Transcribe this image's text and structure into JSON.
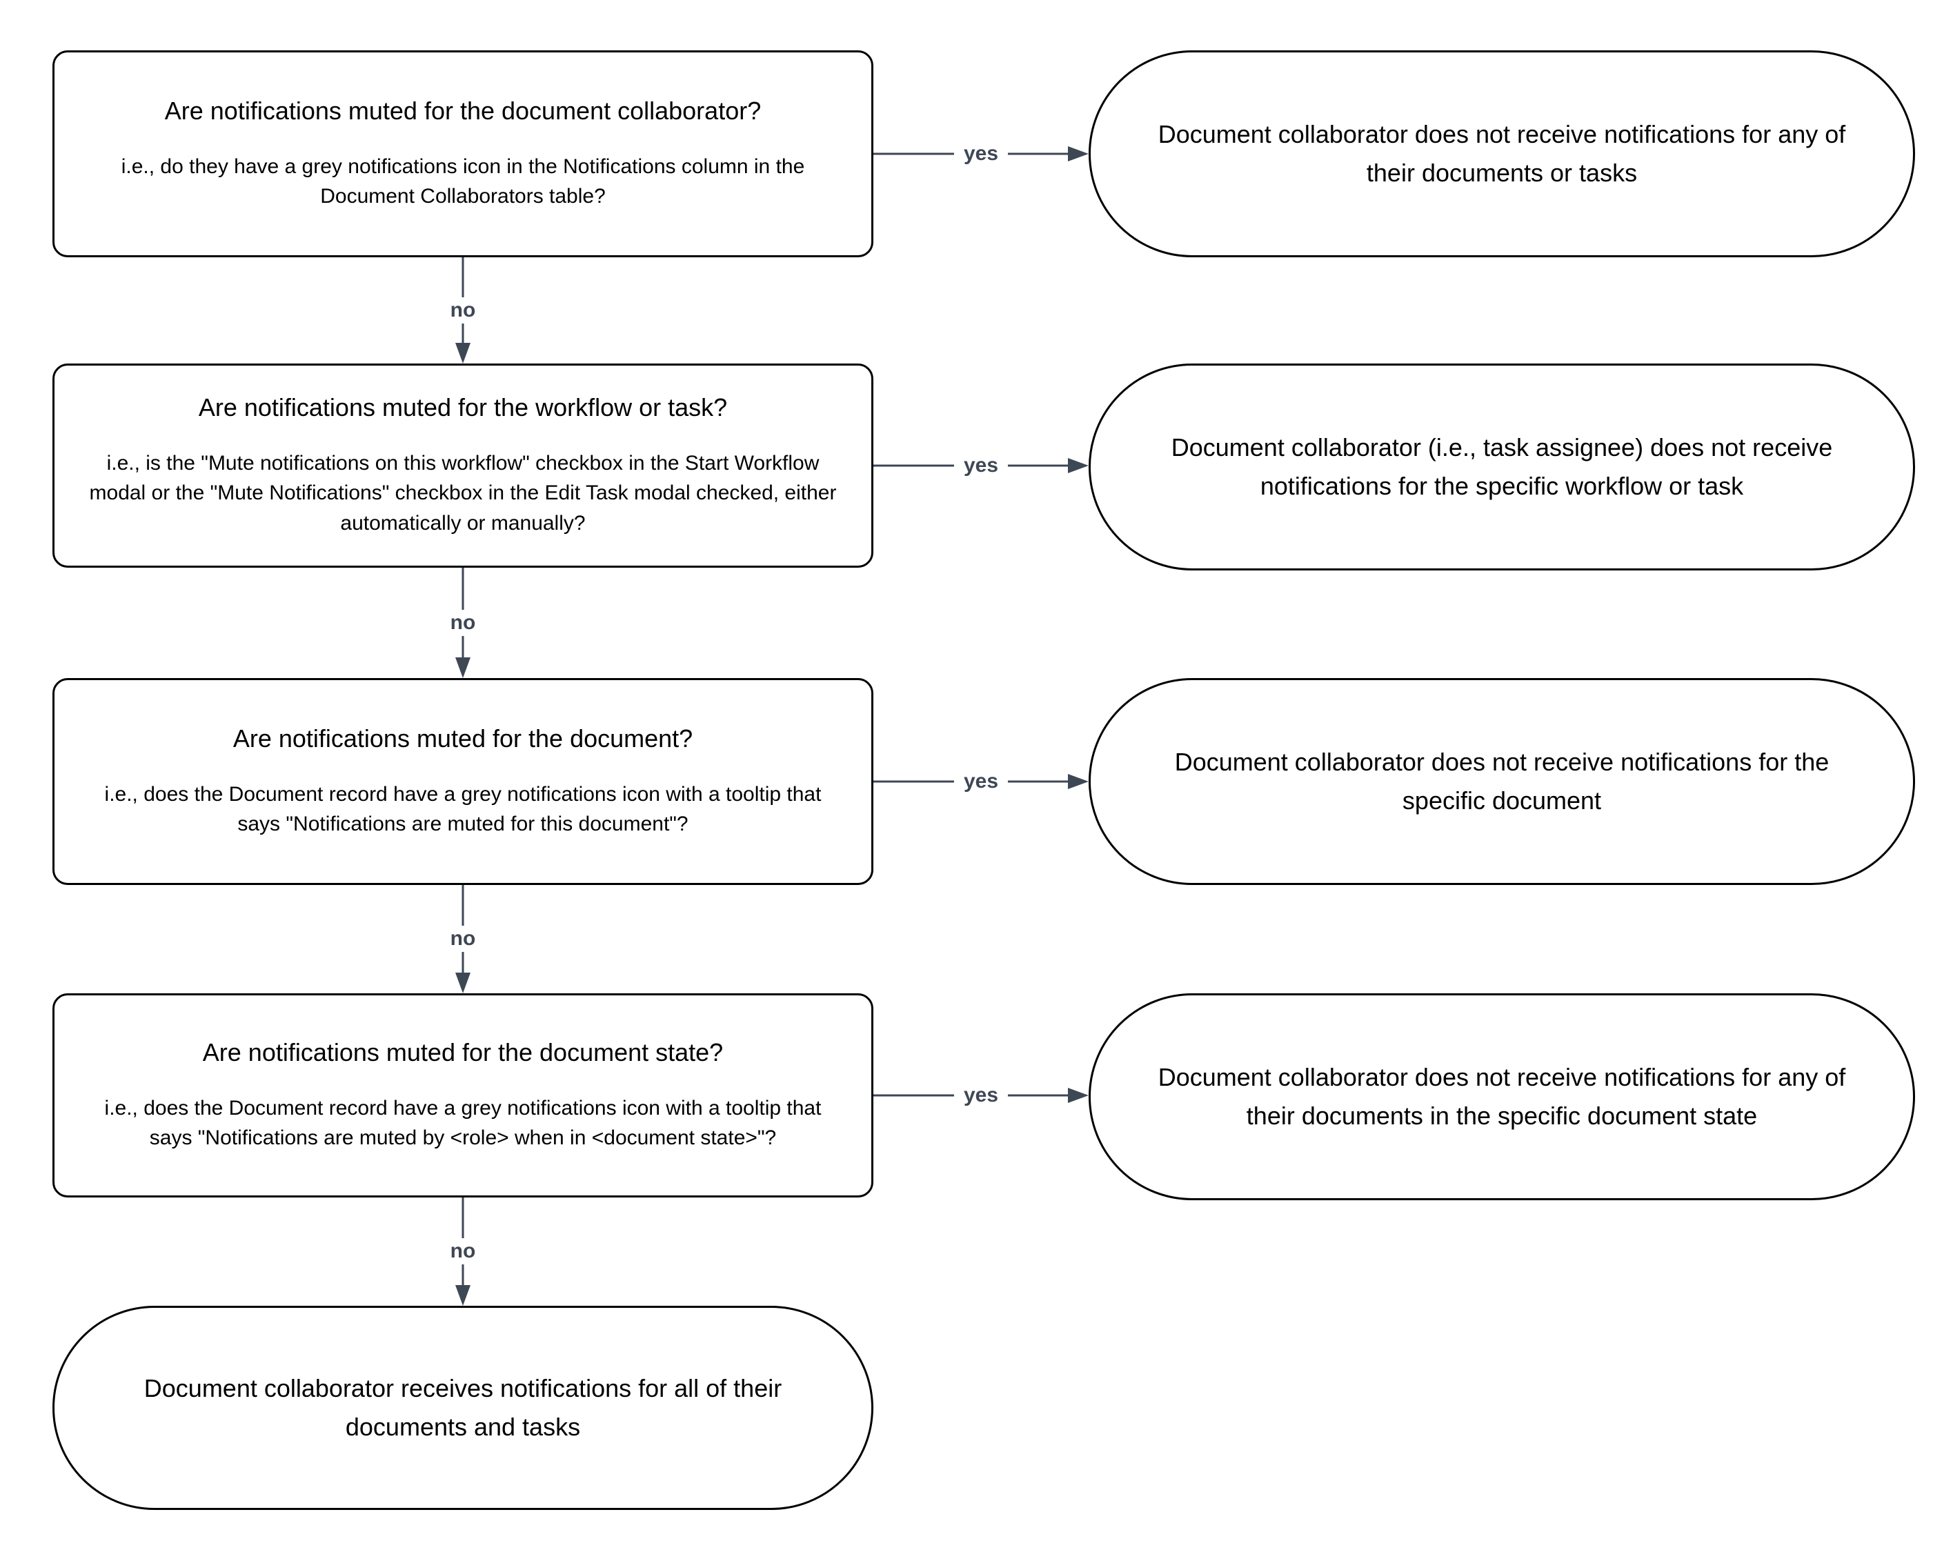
{
  "diagram": {
    "edge_labels": {
      "yes": "yes",
      "no": "no"
    },
    "colors": {
      "arrow": "#3E4754",
      "node_border": "#000000",
      "background": "#ffffff"
    },
    "decisions": [
      {
        "title": "Are notifications muted for the document collaborator?",
        "subtitle": "i.e., do they have a grey notifications icon in the Notifications column in the Document Collaborators table?"
      },
      {
        "title": "Are notifications muted for the workflow or task?",
        "subtitle": "i.e., is the \"Mute notifications on this workflow\" checkbox in the Start Workflow modal or the \"Mute Notifications\" checkbox in the Edit Task modal checked, either automatically or manually?"
      },
      {
        "title": "Are notifications muted for the document?",
        "subtitle": "i.e., does the Document record have a grey notifications icon with a tooltip that says \"Notifications are muted for this document\"?"
      },
      {
        "title": "Are notifications muted for the document state?",
        "subtitle": "i.e., does the Document record have a grey notifications icon with a tooltip that says \"Notifications are muted by <role> when in <document state>\"?"
      }
    ],
    "outcomes": [
      "Document collaborator does not receive notifications for any of their documents or tasks",
      "Document collaborator (i.e., task assignee) does not receive notifications for the specific workflow or task",
      "Document collaborator does not receive notifications for the specific document",
      "Document collaborator does not receive notifications for any of their documents in the specific document state",
      "Document collaborator receives notifications for all of their documents and tasks"
    ]
  }
}
